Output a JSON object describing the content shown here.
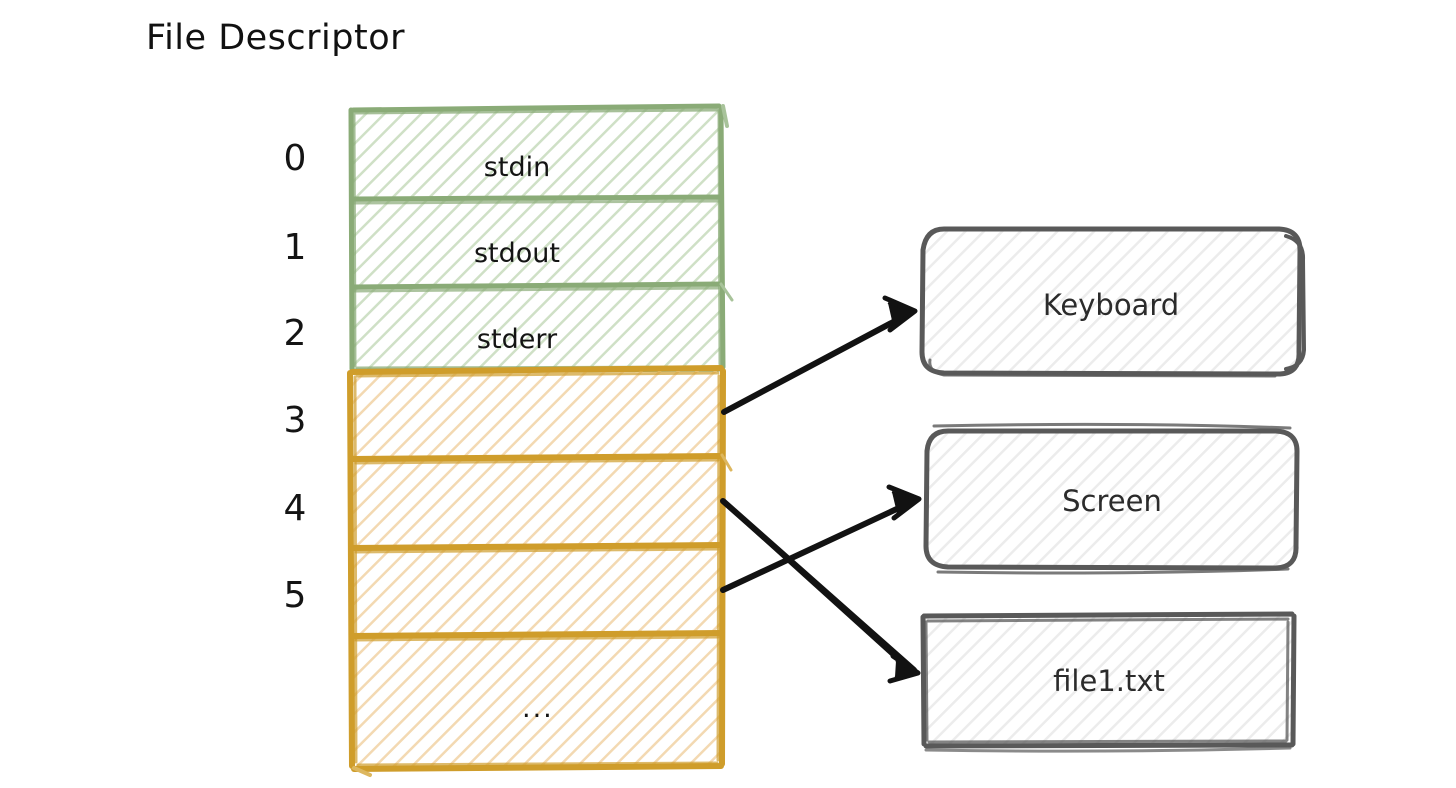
{
  "title": "File Descriptor",
  "colors": {
    "green_stroke": "#8aab77",
    "green_fill": "#cfe0c6",
    "orange_stroke": "#cf9d2b",
    "orange_fill": "#f0d4a8",
    "gray_stroke": "#595959",
    "gray_fill": "#ececec",
    "arrow": "#121212",
    "text": "#141414",
    "background": "#ffffff"
  },
  "fd_table": {
    "name": "file-descriptor-table",
    "rows": [
      {
        "index": "0",
        "label": "stdin",
        "group": "standard"
      },
      {
        "index": "1",
        "label": "stdout",
        "group": "standard"
      },
      {
        "index": "2",
        "label": "stderr",
        "group": "standard"
      },
      {
        "index": "3",
        "label": "",
        "group": "open-files"
      },
      {
        "index": "4",
        "label": "",
        "group": "open-files"
      },
      {
        "index": "5",
        "label": "",
        "group": "open-files"
      },
      {
        "index": "",
        "label": "...",
        "group": "open-files"
      }
    ]
  },
  "devices": [
    {
      "name": "keyboard-box",
      "label": "Keyboard",
      "shape": "rounded"
    },
    {
      "name": "screen-box",
      "label": "Screen",
      "shape": "rounded"
    },
    {
      "name": "file-box",
      "label": "file1.txt",
      "shape": "rectangle"
    }
  ],
  "connections": [
    {
      "name": "fd3-to-keyboard",
      "from": "3",
      "to": "Keyboard",
      "arrowhead": "open"
    },
    {
      "name": "fd4-to-file",
      "from": "4",
      "to": "file1.txt",
      "arrowhead": "open"
    },
    {
      "name": "fd5-to-screen",
      "from": "5",
      "to": "Screen",
      "arrowhead": "open"
    }
  ]
}
